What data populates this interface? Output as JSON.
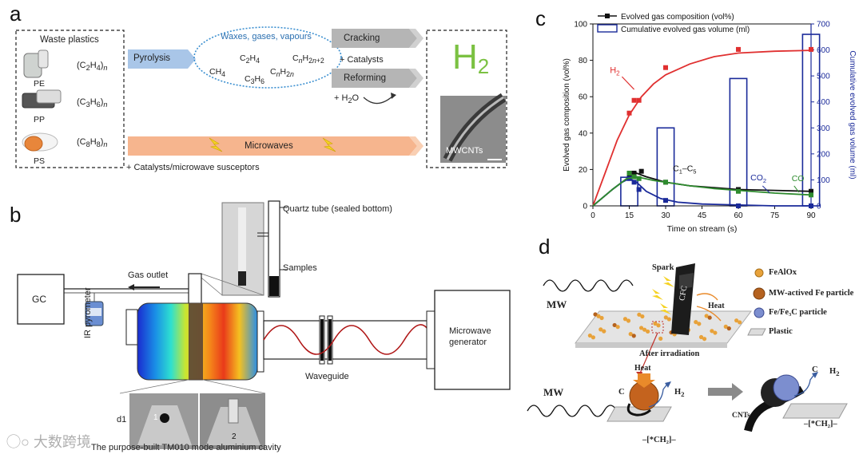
{
  "panels": {
    "a": {
      "letter": "a",
      "waste_plastics_title": "Waste plastics",
      "plastics": [
        {
          "name": "PE",
          "formula_pre": "(C",
          "formula_sub1": "2",
          "formula_mid": "H",
          "formula_sub2": "4",
          "formula_post": ")",
          "formula_n": "n"
        },
        {
          "name": "PP",
          "formula_pre": "(C",
          "formula_sub1": "3",
          "formula_mid": "H",
          "formula_sub2": "6",
          "formula_post": ")",
          "formula_n": "n"
        },
        {
          "name": "PS",
          "formula_pre": "(C",
          "formula_sub1": "8",
          "formula_mid": "H",
          "formula_sub2": "8",
          "formula_post": ")",
          "formula_n": "n"
        }
      ],
      "pyrolysis": "Pyrolysis",
      "ellipse_title": "Waxes, gases, vapours",
      "species": [
        "CH",
        "C",
        "H",
        "C",
        "H",
        "C",
        "H"
      ],
      "cracking": "Cracking",
      "plus_catalysts": "+ Catalysts",
      "reforming": "Reforming",
      "plus_h2o": "+ H",
      "microwaves": "Microwaves",
      "catalysts_susceptors": "+ Catalysts/microwave susceptors",
      "h2_main": "H",
      "h2_sub": "2",
      "mwcnts": "MWCNTs"
    },
    "b": {
      "letter": "b",
      "quartz_tube": "Quartz tube (sealed bottom)",
      "samples": "Samples",
      "gas_outlet": "Gas outlet",
      "gc": "GC",
      "ir_pyrometer": "IR pyrometer",
      "waveguide": "Waveguide",
      "microwave_generator_l1": "Microwave",
      "microwave_generator_l2": "generator",
      "d1": "d1",
      "cavity_caption": "The purpose-built TM010 mode aluminium cavity",
      "photo_label_1": "1",
      "photo_label_2": "2"
    },
    "c": {
      "letter": "c",
      "legend_line": "Evolved gas composition (vol%)",
      "legend_bar": "Cumulative evolved gas volume (ml)",
      "label_h2": "H",
      "label_c1c5": "C",
      "label_co2": "CO",
      "label_co": "CO"
    },
    "d": {
      "letter": "d",
      "mw_top": "MW",
      "mw_bottom": "MW",
      "spark": "Spark",
      "cfc": "CFC",
      "heat_top": "Heat",
      "heat_bottom": "Heat",
      "after_irradiation": "After irradiation",
      "legend": [
        "FeAlOx",
        "MW-actived Fe particle",
        "Fe/Fe₃C particle",
        "Plastic"
      ],
      "c_left": "C",
      "h2_left": "H",
      "ch2_left": "–[*CH₂]–",
      "c_right": "C",
      "h2_right": "H",
      "cnts": "CNTs",
      "ch2_right": "–[*CH₂]–"
    }
  },
  "watermark": "大数跨境",
  "colors": {
    "red": "#e03030",
    "green": "#2e8b2e",
    "black": "#111111",
    "blue": "#1a2a9a",
    "pyrolysis_arrow": "#a9c6e8",
    "microwave_arrow": "#f6b58e",
    "grey_arrow": "#b5b5b5",
    "h2_green": "#7bc142",
    "ellipse_blue": "#3b8fd0"
  },
  "chart_data": {
    "type": "line",
    "title": "",
    "xlabel": "Time on stream (s)",
    "ylabel": "Evolved gas composition (vol%)",
    "y2label": "Cumulative evolved gas volume (ml)",
    "xlim": [
      0,
      90
    ],
    "ylim": [
      0,
      100
    ],
    "y2lim": [
      0,
      700
    ],
    "xticks": [
      0,
      15,
      30,
      45,
      60,
      75,
      90
    ],
    "yticks": [
      0,
      20,
      40,
      60,
      80,
      100
    ],
    "y2ticks": [
      0,
      100,
      200,
      300,
      400,
      500,
      600,
      700
    ],
    "series": [
      {
        "name": "H₂",
        "color": "red",
        "points": [
          [
            15,
            51
          ],
          [
            17,
            58
          ],
          [
            19,
            58
          ],
          [
            30,
            76
          ],
          [
            60,
            86
          ],
          [
            90,
            86
          ]
        ],
        "curve": [
          [
            0,
            0
          ],
          [
            5,
            18
          ],
          [
            10,
            36
          ],
          [
            15,
            50
          ],
          [
            20,
            60
          ],
          [
            25,
            67
          ],
          [
            30,
            72
          ],
          [
            40,
            78
          ],
          [
            50,
            82
          ],
          [
            60,
            84
          ],
          [
            75,
            85
          ],
          [
            90,
            85.5
          ]
        ]
      },
      {
        "name": "C₁–C₅",
        "color": "black",
        "points": [
          [
            15,
            16
          ],
          [
            17,
            18
          ],
          [
            20,
            19
          ],
          [
            30,
            13
          ],
          [
            60,
            9
          ],
          [
            90,
            8
          ]
        ],
        "curve": [
          [
            0,
            0
          ],
          [
            8,
            9
          ],
          [
            14,
            15
          ],
          [
            18,
            18
          ],
          [
            22,
            16
          ],
          [
            30,
            13
          ],
          [
            40,
            11
          ],
          [
            50,
            10
          ],
          [
            60,
            9
          ],
          [
            75,
            8.5
          ],
          [
            90,
            8
          ]
        ]
      },
      {
        "name": "CO₂",
        "color": "blue",
        "points": [
          [
            15,
            15
          ],
          [
            17,
            13
          ],
          [
            19,
            9
          ],
          [
            30,
            3
          ],
          [
            60,
            0
          ],
          [
            90,
            0
          ]
        ],
        "curve": [
          [
            0,
            0
          ],
          [
            8,
            9
          ],
          [
            12,
            13
          ],
          [
            15,
            15
          ],
          [
            18,
            13
          ],
          [
            22,
            8
          ],
          [
            28,
            4
          ],
          [
            35,
            2
          ],
          [
            45,
            1
          ],
          [
            60,
            0.5
          ],
          [
            75,
            0
          ],
          [
            90,
            0
          ]
        ]
      },
      {
        "name": "CO",
        "color": "green",
        "points": [
          [
            15,
            18
          ],
          [
            17,
            16
          ],
          [
            19,
            15
          ],
          [
            30,
            13
          ],
          [
            60,
            8
          ],
          [
            90,
            6
          ]
        ],
        "curve": [
          [
            0,
            0
          ],
          [
            8,
            9
          ],
          [
            14,
            15
          ],
          [
            18,
            16
          ],
          [
            25,
            14
          ],
          [
            30,
            13
          ],
          [
            40,
            11
          ],
          [
            50,
            9.5
          ],
          [
            60,
            8.5
          ],
          [
            75,
            7
          ],
          [
            90,
            6
          ]
        ]
      }
    ],
    "bars": {
      "name": "Cumulative evolved gas volume (ml)",
      "x": [
        15,
        30,
        60,
        90
      ],
      "values": [
        110,
        300,
        490,
        660
      ],
      "width_s": 7
    }
  }
}
